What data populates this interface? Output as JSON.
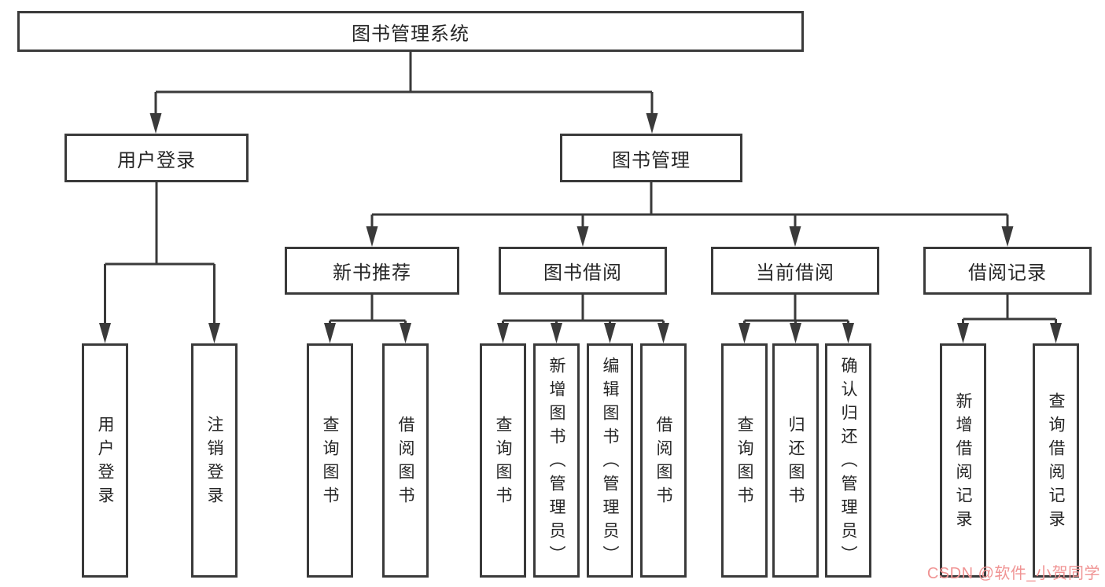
{
  "diagram": {
    "root": {
      "label": "图书管理系统"
    },
    "branches": [
      {
        "label": "用户登录",
        "children": [
          {
            "label": "用户登录"
          },
          {
            "label": "注销登录"
          }
        ]
      },
      {
        "label": "图书管理",
        "groups": [
          {
            "label": "新书推荐",
            "children": [
              {
                "label": "查询图书"
              },
              {
                "label": "借阅图书"
              }
            ]
          },
          {
            "label": "图书借阅",
            "children": [
              {
                "label": "查询图书"
              },
              {
                "label": "新增图书（管理员）"
              },
              {
                "label": "编辑图书（管理员）"
              },
              {
                "label": "借阅图书"
              }
            ]
          },
          {
            "label": "当前借阅",
            "children": [
              {
                "label": "查询图书"
              },
              {
                "label": "归还图书"
              },
              {
                "label": "确认归还（管理员）"
              }
            ]
          },
          {
            "label": "借阅记录",
            "children": [
              {
                "label": "新增借阅记录"
              },
              {
                "label": "查询借阅记录"
              }
            ]
          }
        ]
      }
    ]
  },
  "watermark": {
    "text": "CSDN @软件_小贺同学",
    "color": "#f09494"
  },
  "colors": {
    "line": "#3a3a3a",
    "border": "#3a3a3a",
    "text": "#262626",
    "background": "#ffffff"
  }
}
